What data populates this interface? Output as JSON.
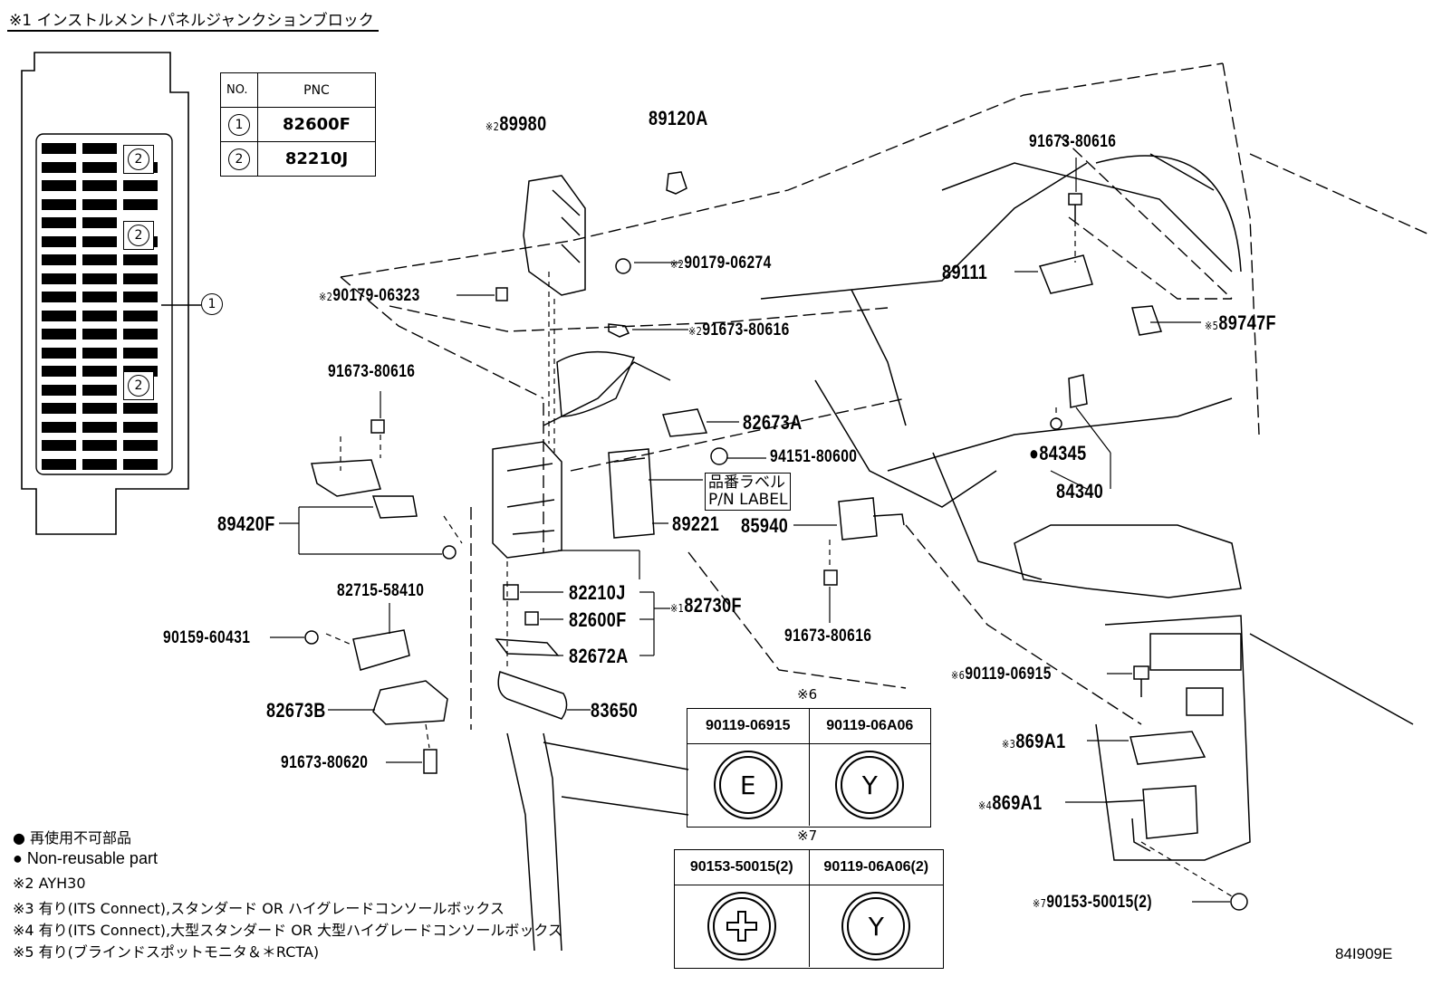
{
  "header": {
    "title": "※1 インストルメントパネルジャンクションブロック"
  },
  "pnc_table": {
    "col_no": "NO.",
    "col_pnc": "PNC",
    "rows": [
      {
        "no": "1",
        "pnc": "82600F"
      },
      {
        "no": "2",
        "pnc": "82210J"
      }
    ]
  },
  "fuse_box": {
    "markers": [
      "2",
      "2",
      "2"
    ],
    "callout": "1"
  },
  "parts": {
    "p89980": "89980",
    "p89980_note": "※2",
    "p89120A": "89120A",
    "p91673_80616_a": "91673-80616",
    "p90179_06274": "90179-06274",
    "p90179_06274_note": "※2",
    "p90179_06323": "90179-06323",
    "p90179_06323_note": "※2",
    "p91673_80616_b": "91673-80616",
    "p91673_80616_b_note": "※2",
    "p89111": "89111",
    "p89747F": "89747F",
    "p89747F_note": "※5",
    "p91673_80616_c": "91673-80616",
    "p82673A": "82673A",
    "p94151_80600": "94151-80600",
    "p84345": "84345",
    "p84345_mark": "●",
    "p84340": "84340",
    "pn_label_jp": "品番ラベル",
    "pn_label_en": "P/N LABEL",
    "p89420F": "89420F",
    "p89221": "89221",
    "p85940": "85940",
    "p82715_58410": "82715-58410",
    "p82210J": "82210J",
    "p82730F": "82730F",
    "p82730F_note": "※1",
    "p90159_60431": "90159-60431",
    "p82600F": "82600F",
    "p91673_80616_d": "91673-80616",
    "p82672A": "82672A",
    "p90119_06915": "90119-06915",
    "p90119_06915_note": "※6",
    "p82673B": "82673B",
    "p83650": "83650",
    "p869A1_a": "869A1",
    "p869A1_a_note": "※3",
    "p91673_80620": "91673-80620",
    "p869A1_b": "869A1",
    "p869A1_b_note": "※4",
    "p90153_50015": "90153-50015(2)",
    "p90153_50015_note": "※7"
  },
  "key6": {
    "title": "※6",
    "col1": "90119-06915",
    "col2": "90119-06A06",
    "sym1": "E",
    "sym2": "Y"
  },
  "key7": {
    "title": "※7",
    "col1": "90153-50015(2)",
    "col2": "90119-06A06(2)",
    "sym2": "Y"
  },
  "notes": [
    "● 再使用不可部品",
    "● Non-reusable part",
    "※2 AYH30",
    "※3 有り(ITS Connect),スタンダード OR ハイグレードコンソールボックス",
    "※4 有り(ITS Connect),大型スタンダード OR 大型ハイグレードコンソールボックス",
    "※5 有り(ブラインドスポットモニタ＆＊RCTA)"
  ],
  "figure_code": "84I909E"
}
